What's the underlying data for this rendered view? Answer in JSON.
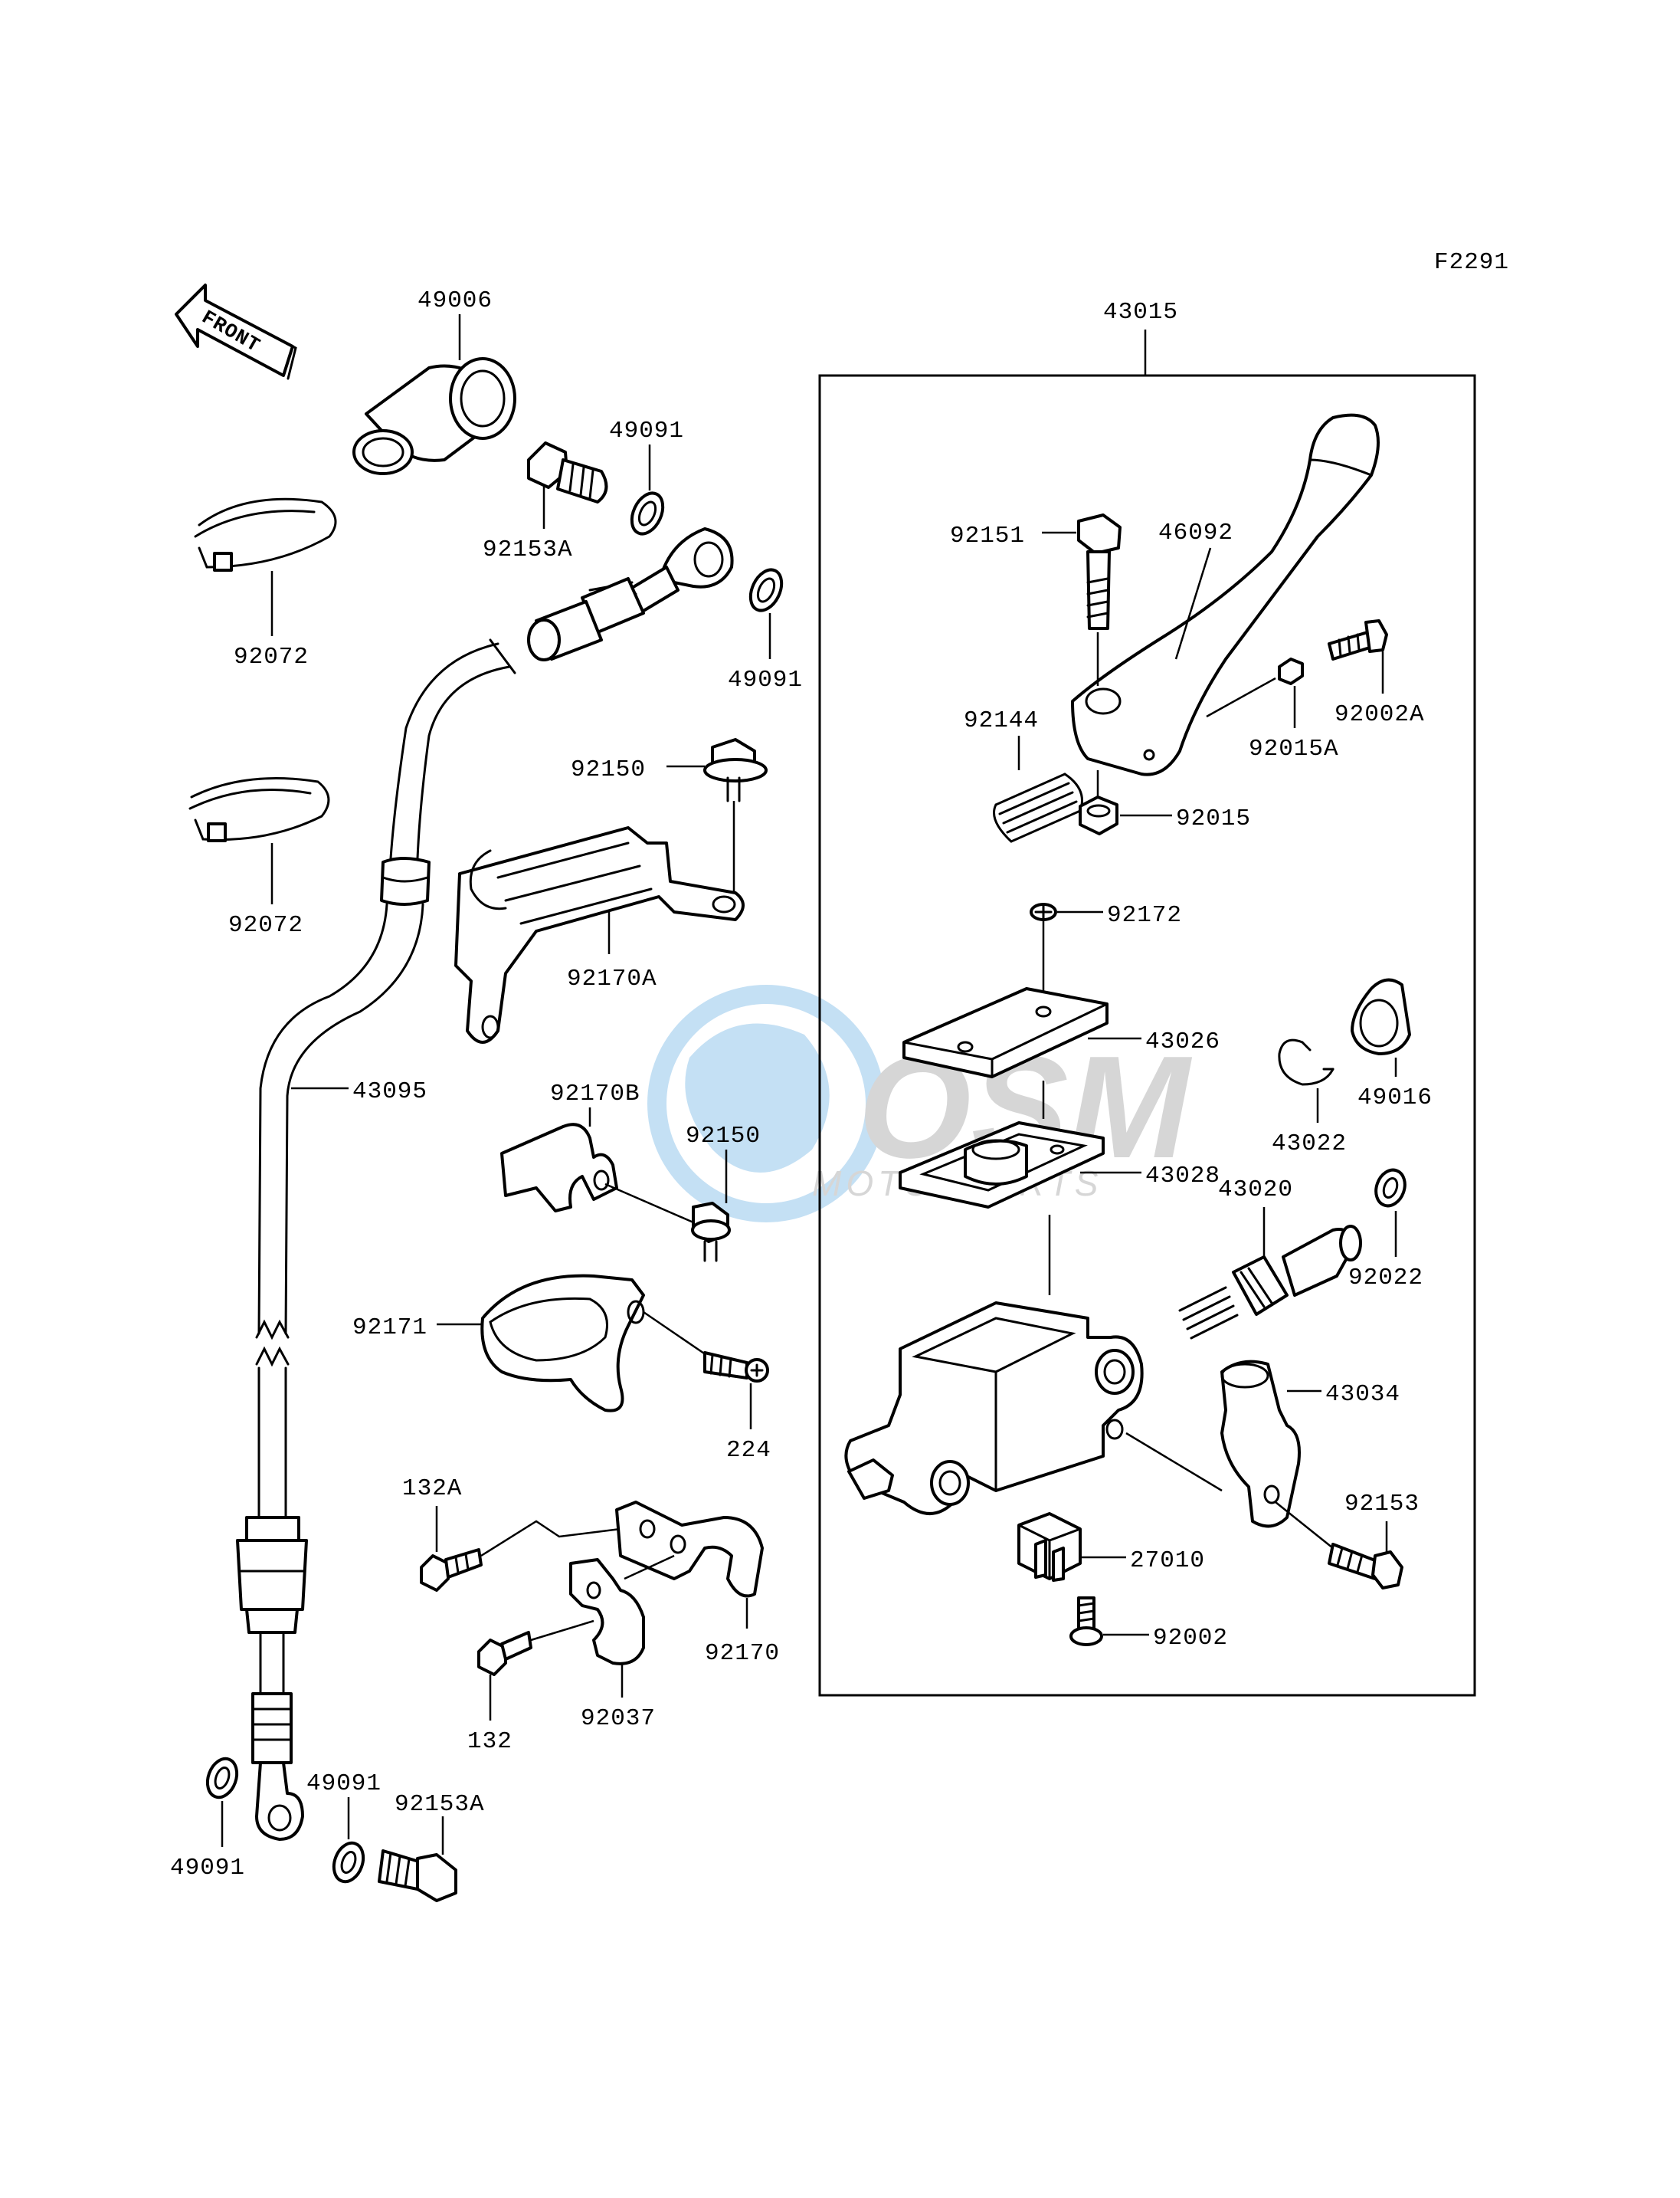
{
  "figure_code": "F2291",
  "front_label": "FRONT",
  "watermark": {
    "logo_text": "OSM",
    "sub_text": "MOTORPARTS"
  },
  "colors": {
    "line": "#000000",
    "background": "#ffffff",
    "watermark_blue": "#5aa8e0",
    "watermark_gray": "#8c8c8c"
  },
  "labels": {
    "p49006": "49006",
    "p49091_a": "49091",
    "p92153A_a": "92153A",
    "p49091_b": "49091",
    "p92072_a": "92072",
    "p92072_b": "92072",
    "p92150_a": "92150",
    "p92170A": "92170A",
    "p92170B": "92170B",
    "p43095": "43095",
    "p92150_b": "92150",
    "p92171": "92171",
    "p224": "224",
    "p132A": "132A",
    "p132": "132",
    "p92037": "92037",
    "p92170": "92170",
    "p49091_c": "49091",
    "p49091_d": "49091",
    "p92153A_b": "92153A",
    "p43015": "43015",
    "p92151": "92151",
    "p46092": "46092",
    "p92002A": "92002A",
    "p92015A": "92015A",
    "p92144": "92144",
    "p92015": "92015",
    "p92172": "92172",
    "p43026": "43026",
    "p43028": "43028",
    "p43022": "43022",
    "p49016": "49016",
    "p43020": "43020",
    "p92022": "92022",
    "p43034": "43034",
    "p92153": "92153",
    "p27010": "27010",
    "p92002": "92002"
  }
}
